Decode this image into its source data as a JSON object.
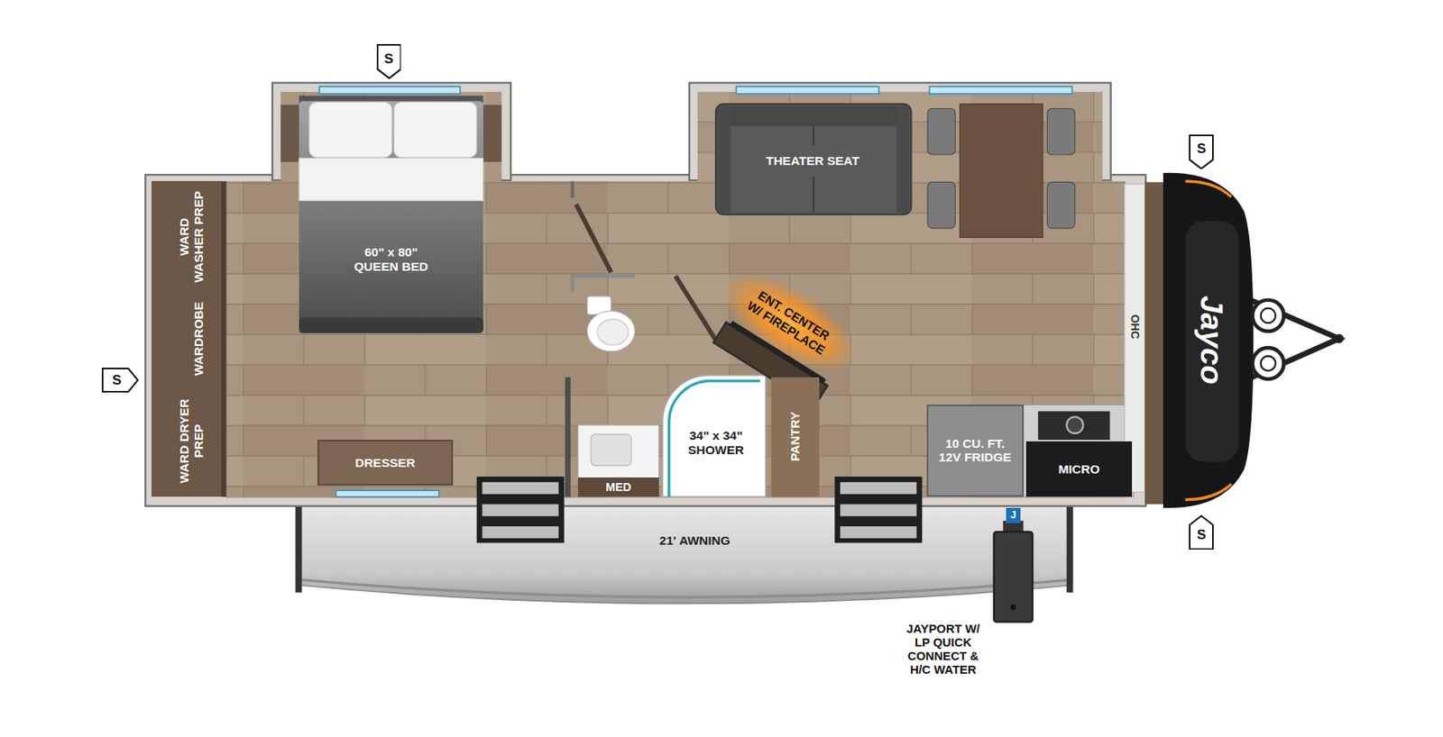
{
  "diagram": {
    "nodes": [
      {
        "text": [
          "S"
        ]
      },
      {
        "text": [
          "THEATER SEAT"
        ]
      },
      {
        "text": [
          "S"
        ]
      },
      {
        "text": [
          "WARD DRYER PREP",
          "WARDROBE",
          "WARD WASHER PREP"
        ]
      },
      {
        "text": [
          "60\" x 80\" QUEEN BED"
        ]
      },
      {
        "text": [
          "ENT. CENTER W/ FIREPLACE"
        ]
      },
      {
        "text": [
          "34\" x 34\" SHOWER"
        ]
      },
      {
        "text": [
          "PANTRY"
        ]
      },
      {
        "text": [
          "10 CU. FT. 12V FRIDGE"
        ]
      },
      {
        "text": [
          "MICRO"
        ]
      },
      {
        "text": [
          "S"
        ]
      },
      {
        "text": [
          "DRESSER"
        ]
      },
      {
        "text": [
          "MED"
        ]
      },
      {
        "text": [
          "S"
        ]
      },
      {
        "text": [
          "J"
        ]
      },
      {
        "text": [
          "21' AWNING"
        ]
      }
    ],
    "labels": [
      "OHC",
      "Jayco",
      "JAYPORT W/ LP QUICK CONNECT & H/C WATER"
    ]
  }
}
